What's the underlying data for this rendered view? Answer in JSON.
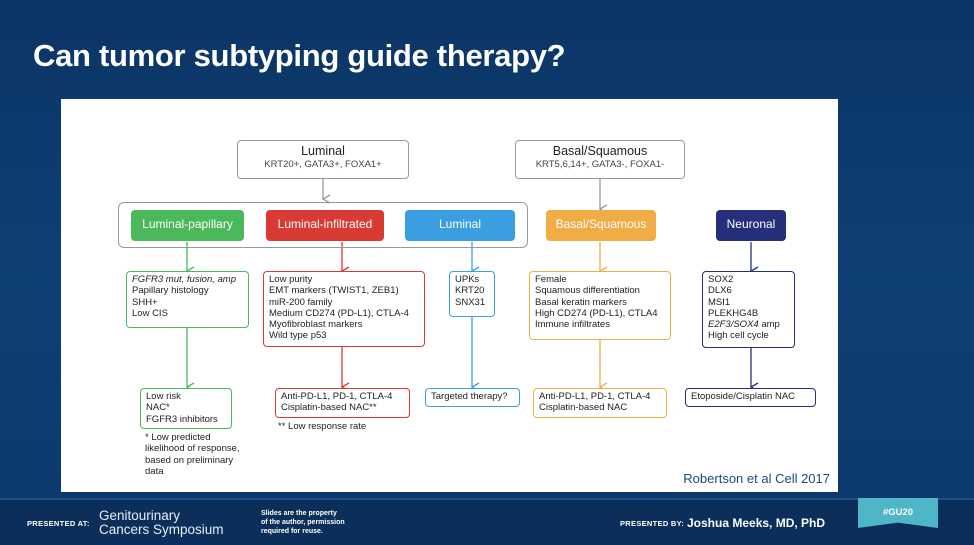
{
  "slide": {
    "title": "Can tumor subtyping guide therapy?"
  },
  "diagram": {
    "top_luminal": {
      "title": "Luminal",
      "markers": "KRT20+, GATA3+, FOXA1+"
    },
    "top_basal": {
      "title": "Basal/Squamous",
      "markers": "KRT5,6,14+, GATA3-, FOXA1-"
    },
    "subtypes": [
      {
        "label": "Luminal-papillary",
        "color": "#4cb85c"
      },
      {
        "label": "Luminal-infiltrated",
        "color": "#d93a34"
      },
      {
        "label": "Luminal",
        "color": "#3b9ee0"
      },
      {
        "label": "Basal/Squamous",
        "color": "#f0ad45"
      },
      {
        "label": "Neuronal",
        "color": "#26307a"
      }
    ],
    "features": {
      "luminal_papillary": [
        "FGFR3 mut, fusion, amp",
        "Papillary histology",
        "SHH+",
        "Low CIS"
      ],
      "luminal_infiltrated": [
        "Low purity",
        "EMT markers (TWIST1, ZEB1)",
        "miR-200 family",
        "Medium CD274 (PD-L1), CTLA-4",
        "Myofibroblast markers",
        "Wild type p53"
      ],
      "luminal": [
        "UPKs",
        "KRT20",
        "SNX31"
      ],
      "basal_squamous": [
        "Female",
        "Squamous differentiation",
        "Basal keratin markers",
        "High CD274 (PD-L1), CTLA4",
        "Immune infiltrates"
      ],
      "neuronal": [
        "SOX2",
        "DLX6",
        "MSI1",
        "PLEKHG4B",
        "E2F3/SOX4 amp",
        "High cell cycle"
      ]
    },
    "therapies": {
      "luminal_papillary": [
        "Low risk",
        "NAC*",
        "FGFR3 inhibitors"
      ],
      "luminal_infiltrated": [
        "Anti-PD-L1, PD-1, CTLA-4",
        "Cisplatin-based NAC**"
      ],
      "luminal": [
        "Targeted therapy?"
      ],
      "basal_squamous": [
        "Anti-PD-L1, PD-1, CTLA-4",
        "Cisplatin-based NAC"
      ],
      "neuronal": [
        "Etoposide/Cisplatin NAC"
      ]
    },
    "footnote_single": [
      "* Low predicted",
      "likelihood of response,",
      "based on preliminary",
      "data"
    ],
    "footnote_double": "** Low response rate",
    "citation": "Robertson et al Cell 2017"
  },
  "footer": {
    "presented_at": "PRESENTED AT:",
    "symposium_line1": "Genitourinary",
    "symposium_line2": "Cancers Symposium",
    "rights": [
      "Slides are the property",
      "of the author, permission",
      "required for reuse."
    ],
    "presented_by": "PRESENTED BY:",
    "presenter": "Joshua Meeks, MD, PhD",
    "hashtag": "#GU20"
  }
}
